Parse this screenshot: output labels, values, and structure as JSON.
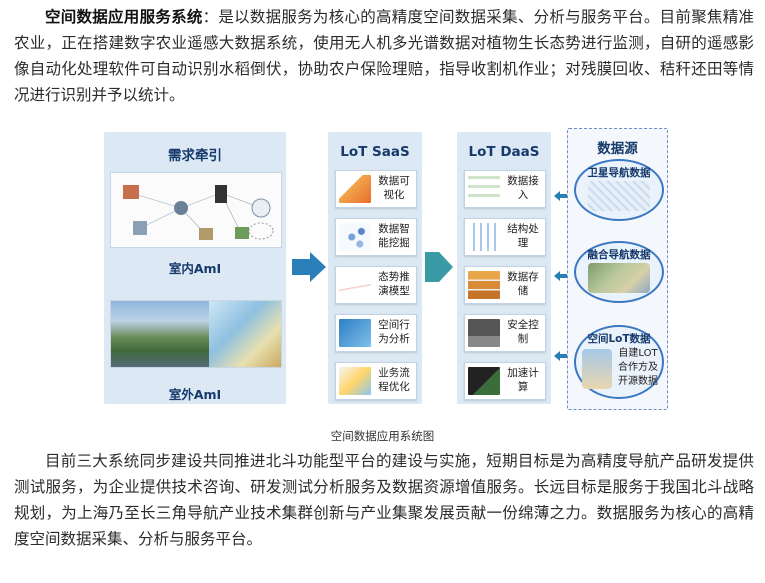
{
  "intro": {
    "heading": "空间数据应用服务系统",
    "text": "：是以数据服务为核心的高精度空间数据采集、分析与服务平台。目前聚焦精准农业，正在搭建数字农业遥感大数据系统，使用无人机多光谱数据对植物生长态势进行监测，自研的遥感影像自动化处理软件可自动识别水稻倒伏，协助农户保险理赔，指导收割机作业；对残膜回收、秸秆还田等情况进行识别并予以统计。"
  },
  "diagram": {
    "need": {
      "title": "需求牵引",
      "indoor_label": "室内AmI",
      "outdoor_label": "室外AmI"
    },
    "saas": {
      "title": "LoT SaaS",
      "items": [
        "数据可视化",
        "数据智能挖掘",
        "态势推演模型",
        "空间行为分析",
        "业务流程优化"
      ]
    },
    "daas": {
      "title": "LoT DaaS",
      "items": [
        "数据接入",
        "结构处理",
        "数据存储",
        "安全控制",
        "加速计算"
      ]
    },
    "sources": {
      "title": "数据源",
      "items": [
        {
          "title": "卫星导航数据"
        },
        {
          "title": "融合导航数据"
        },
        {
          "title": "空间LoT数据",
          "text": "自建LOT合作方及开源数据"
        }
      ]
    },
    "caption": "空间数据应用系统图"
  },
  "closing": {
    "text": "目前三大系统同步建设共同推进北斗功能型平台的建设与实施，短期目标是为高精度导航产品研发提供测试服务，为企业提供技术咨询、研发测试分析服务及数据资源增值服务。长远目标是服务于我国北斗战略规划，为上海乃至长三角导航产业技术集群创新与产业集聚发展贡献一份绵薄之力。数据服务为核心的高精度空间数据采集、分析与服务平台。"
  },
  "colors": {
    "title_blue": "#163a6b",
    "panel_bg": "#dce9f4",
    "arrow_blue": "#2b7fb8",
    "arrow_teal": "#3a9aa6"
  }
}
